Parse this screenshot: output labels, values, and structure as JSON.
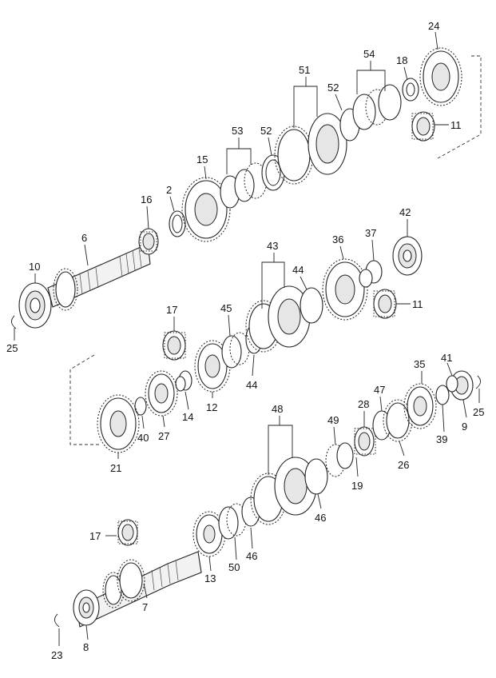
{
  "labels": {
    "l24": "24",
    "l54": "54",
    "l18": "18",
    "l51": "51",
    "l52a": "52",
    "l11a": "11",
    "l53": "53",
    "l52b": "52",
    "l15": "15",
    "l2": "2",
    "l16": "16",
    "l6": "6",
    "l10": "10",
    "l25a": "25",
    "l42": "42",
    "l37": "37",
    "l36": "36",
    "l43": "43",
    "l44a": "44",
    "l11b": "11",
    "l45": "45",
    "l17a": "17",
    "l44b": "44",
    "l12": "12",
    "l14": "14",
    "l27": "27",
    "l40": "40",
    "l21": "21",
    "l48": "48",
    "l49": "49",
    "l28": "28",
    "l47": "47",
    "l35": "35",
    "l41": "41",
    "l25b": "25",
    "l9": "9",
    "l39": "39",
    "l26": "26",
    "l19": "19",
    "l46a": "46",
    "l17b": "17",
    "l13": "13",
    "l50": "50",
    "l46b": "46",
    "l7": "7",
    "l8": "8",
    "l23": "23"
  }
}
